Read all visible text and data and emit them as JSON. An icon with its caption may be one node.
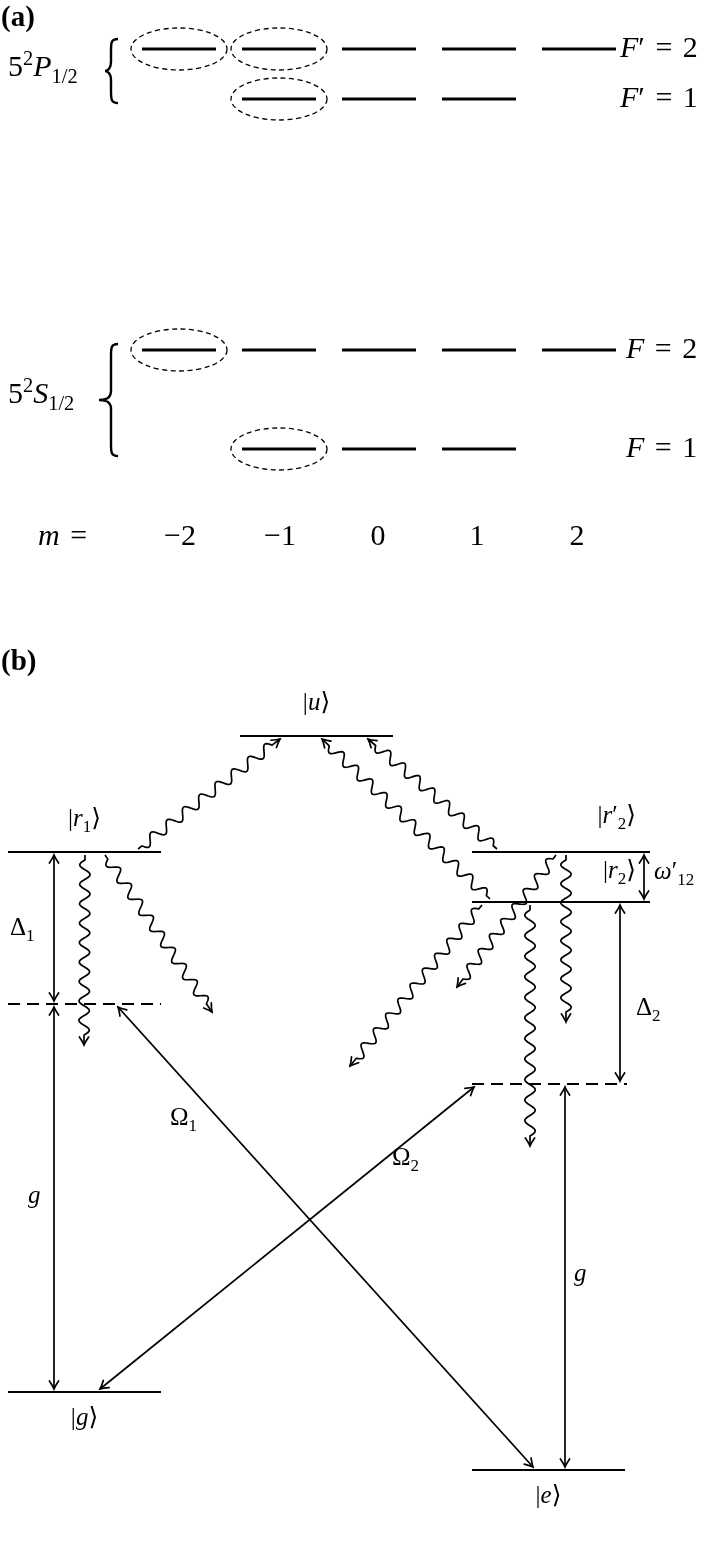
{
  "diagram": {
    "nodes": [
      {
        "text": [
          "|*u*⟩"
        ]
      },
      {
        "text": [
          "|*r*$_{1}$⟩"
        ]
      },
      {
        "text": [
          "|*r*′$_{2}$⟩"
        ]
      },
      {
        "text": [
          "|*r*$_{2}$⟩"
        ]
      },
      {
        "text": [],
        "shape": "line"
      },
      {
        "text": [],
        "shape": "line"
      },
      {
        "text": [
          "|*g*⟩"
        ]
      },
      {
        "text": [
          "|*e*⟩"
        ]
      }
    ],
    "edges": [
      {
        "from": 1,
        "to": 0,
        "arrow": "to"
      },
      {
        "from": 3,
        "to": 0,
        "arrow": "to"
      },
      {
        "from": 2,
        "to": 0,
        "arrow": "to"
      },
      {
        "from": 1,
        "to": 4,
        "arrow": "both",
        "label": "Δ$_{1}$"
      },
      {
        "from": 1,
        "to": null,
        "arrow": "to"
      },
      {
        "from": 1,
        "to": null,
        "arrow": "to"
      },
      {
        "from": 2,
        "to": 3,
        "arrow": "both",
        "label": "*ω*′$_{12}$"
      },
      {
        "from": 2,
        "to": null,
        "arrow": "to"
      },
      {
        "from": 2,
        "to": null,
        "arrow": "to"
      },
      {
        "from": 3,
        "to": null,
        "arrow": "to"
      },
      {
        "from": 3,
        "to": null,
        "arrow": "to"
      },
      {
        "from": 3,
        "to": 5,
        "arrow": "both",
        "label": "Δ$_{2}$"
      },
      {
        "from": 4,
        "to": 6,
        "arrow": "both",
        "label": "*g*"
      },
      {
        "from": 4,
        "to": 7,
        "arrow": "both",
        "label": "Ω$_{1}$"
      },
      {
        "from": 5,
        "to": 6,
        "arrow": "both",
        "label": "Ω$_{2}$"
      },
      {
        "from": 5,
        "to": 7,
        "arrow": "both",
        "label": "*g*"
      }
    ],
    "labels": [
      "(a)",
      "5$^{2}$*P*$_{1/2}$",
      "*F*′ = 2",
      "*F*′ = 1",
      "5$^{2}$*S*$_{1/2}$",
      "*F* = 2",
      "*F* = 1",
      "*m* =",
      "−2",
      "−1",
      "0",
      "1",
      "2",
      "(b)"
    ]
  }
}
